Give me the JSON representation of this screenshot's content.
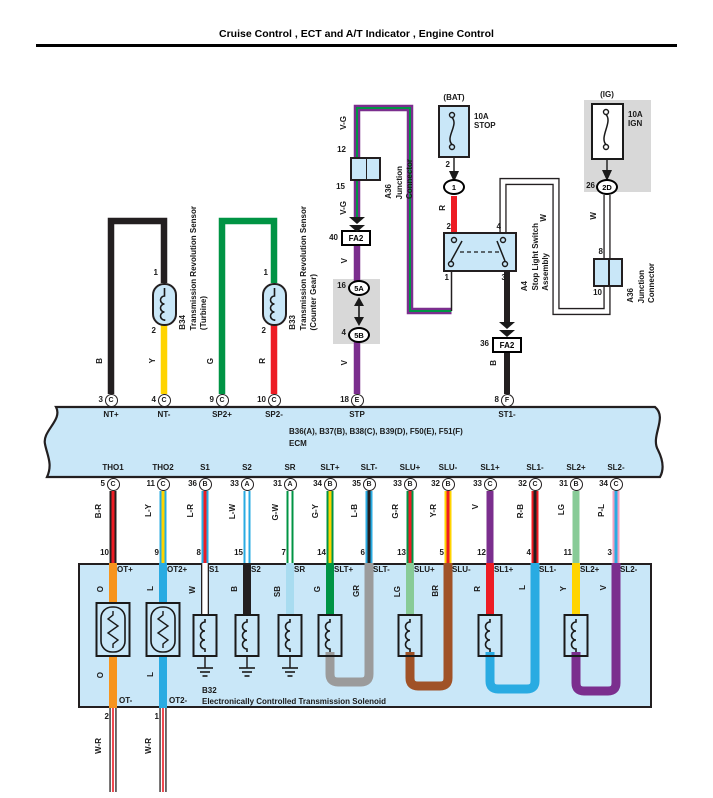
{
  "title": "Cruise Control , ECT and A/T Indicator , Engine Control",
  "bat_circuit": {
    "source": "(BAT)",
    "fuse_rating": "10A",
    "fuse_name": "STOP",
    "fuse_pin": "2",
    "connector": "1",
    "wire": "R"
  },
  "ig_circuit": {
    "source": "(IG)",
    "fuse_rating": "10A",
    "fuse_name": "IGN",
    "fuse_pin": "26",
    "connector": "2D",
    "wire": "W",
    "junction_id": "A36",
    "junction_name": "Junction",
    "junction_name2": "Connector",
    "junction_pin_in": "8",
    "junction_pin_out": "10"
  },
  "stp_circuit": {
    "wire_vg": "V-G",
    "junction_id": "A36",
    "junction_name": "Junction",
    "junction_name2": "Connector",
    "junction_pin_in": "12",
    "junction_pin_out": "15",
    "fa2_pin": "40",
    "fa2": "FA2",
    "wire_v": "V",
    "pair_top_pin": "16",
    "pair_top": "5A",
    "pair_bottom_pin": "4",
    "pair_bottom": "5B"
  },
  "st1_circuit": {
    "fa2_pin": "36",
    "fa2": "FA2",
    "wire": "B"
  },
  "stop_switch": {
    "id": "A4",
    "name": "Stop Light Switch",
    "name2": "Assembly",
    "pin_tl": "2",
    "pin_tr": "4",
    "pin_bl": "1",
    "pin_br": "3"
  },
  "sensors": [
    {
      "id": "B34",
      "name": "Transmission Revolution Sensor",
      "sub": "(Turbine)",
      "pin_top": "1",
      "pin_bottom": "2",
      "wire_plus": "B",
      "wire_minus": "Y"
    },
    {
      "id": "B33",
      "name": "Transmission Revolution Sensor",
      "sub": "(Counter Gear)",
      "pin_top": "1",
      "pin_bottom": "2",
      "wire_plus": "G",
      "wire_minus": "R"
    }
  ],
  "ecm": {
    "caption": "B36(A), B37(B), B38(C), B39(D), F50(E), F51(F)",
    "name": "ECM",
    "top_pins": [
      {
        "num": "3",
        "code": "C",
        "label": "NT+",
        "wire": "B"
      },
      {
        "num": "4",
        "code": "C",
        "label": "NT-",
        "wire": "Y"
      },
      {
        "num": "9",
        "code": "C",
        "label": "SP2+",
        "wire": "G"
      },
      {
        "num": "10",
        "code": "C",
        "label": "SP2-",
        "wire": "R"
      },
      {
        "num": "18",
        "code": "E",
        "label": "STP",
        "wire": "V"
      },
      {
        "num": "8",
        "code": "F",
        "label": "ST1-",
        "wire": "B"
      }
    ],
    "bottom_pins": [
      {
        "num": "5",
        "code": "C",
        "label": "THO1",
        "wire": "B-R",
        "sol_pin": "10",
        "sol_term": "OT+"
      },
      {
        "num": "11",
        "code": "C",
        "label": "THO2",
        "wire": "L-Y",
        "sol_pin": "9",
        "sol_term": "OT2+"
      },
      {
        "num": "36",
        "code": "B",
        "label": "S1",
        "wire": "L-R",
        "sol_pin": "8",
        "sol_term": "S1"
      },
      {
        "num": "33",
        "code": "A",
        "label": "S2",
        "wire": "L-W",
        "sol_pin": "15",
        "sol_term": "S2"
      },
      {
        "num": "31",
        "code": "A",
        "label": "SR",
        "wire": "G-W",
        "sol_pin": "7",
        "sol_term": "SR"
      },
      {
        "num": "34",
        "code": "B",
        "label": "SLT+",
        "wire": "G-Y",
        "sol_pin": "14",
        "sol_term": "SLT+"
      },
      {
        "num": "35",
        "code": "B",
        "label": "SLT-",
        "wire": "L-B",
        "sol_pin": "6",
        "sol_term": "SLT-"
      },
      {
        "num": "33",
        "code": "B",
        "label": "SLU+",
        "wire": "G-R",
        "sol_pin": "13",
        "sol_term": "SLU+"
      },
      {
        "num": "32",
        "code": "B",
        "label": "SLU-",
        "wire": "Y-R",
        "sol_pin": "5",
        "sol_term": "SLU-"
      },
      {
        "num": "33",
        "code": "C",
        "label": "SL1+",
        "wire": "V",
        "sol_pin": "12",
        "sol_term": "SL1+"
      },
      {
        "num": "32",
        "code": "C",
        "label": "SL1-",
        "wire": "R-B",
        "sol_pin": "4",
        "sol_term": "SL1-"
      },
      {
        "num": "31",
        "code": "B",
        "label": "SL2+",
        "wire": "LG",
        "sol_pin": "11",
        "sol_term": "SL2+"
      },
      {
        "num": "34",
        "code": "C",
        "label": "SL2-",
        "wire": "P-L",
        "sol_pin": "3",
        "sol_term": "SL2-"
      }
    ]
  },
  "solenoid": {
    "id": "B32",
    "name": "Electronically Controlled Transmission Solenoid",
    "channels": [
      {
        "type": "resistor",
        "wire_in": "O",
        "wire_out": "O",
        "term_out": "OT-",
        "pin_out": "2",
        "wire_below": "W-R"
      },
      {
        "type": "resistor",
        "wire_in": "L",
        "wire_out": "L",
        "term_out": "OT2-",
        "pin_out": "1",
        "wire_below": "W-R"
      },
      {
        "type": "coil-ground",
        "wire_in": "W"
      },
      {
        "type": "coil-ground",
        "wire_in": "B"
      },
      {
        "type": "coil-ground",
        "wire_in": "SB"
      },
      {
        "type": "coil-loop",
        "wire_in": "G",
        "return_wire": "GR"
      },
      {
        "type": "coil-loop",
        "wire_in": "LG",
        "return_wire": "BR"
      },
      {
        "type": "coil-loop",
        "wire_in": "R",
        "return_wire": "L"
      },
      {
        "type": "coil-loop",
        "wire_in": "Y",
        "return_wire": "V"
      }
    ]
  },
  "wire_colors": {
    "B": "#231F20",
    "R": "#ED1C24",
    "Y": "#FFD400",
    "G": "#009444",
    "L": "#29ABE2",
    "W": "#FFFFFF",
    "V": "#7B2E8E",
    "O": "#F7941D",
    "SB": "#A8DCF0",
    "GR": "#9B9B9B",
    "LG": "#88CB97",
    "BR": "#A05227",
    "P": "#F2A0C0"
  }
}
